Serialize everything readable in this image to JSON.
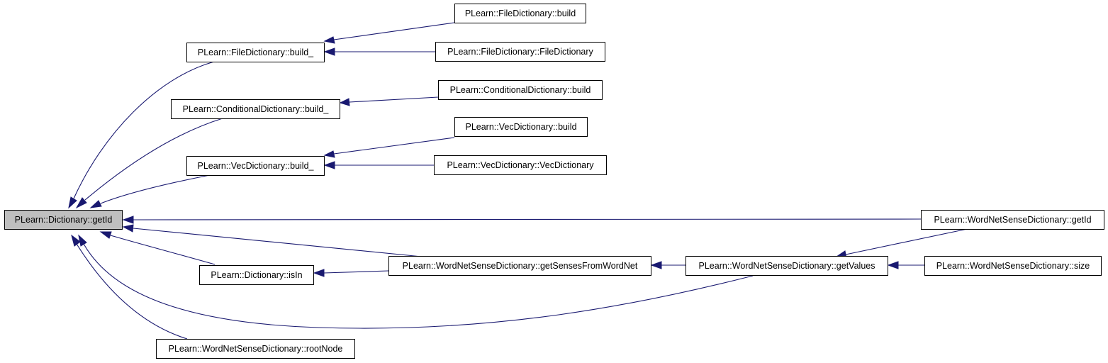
{
  "graph": {
    "edge_color": "#191970",
    "root_fill": "#bfbfbf",
    "node_fill": "#ffffff",
    "nodes": {
      "root": "PLearn::Dictionary::getId",
      "fd_build_": "PLearn::FileDictionary::build_",
      "fd_build": "PLearn::FileDictionary::build",
      "fd_ctor": "PLearn::FileDictionary::FileDictionary",
      "cd_build_": "PLearn::ConditionalDictionary::build_",
      "cd_build": "PLearn::ConditionalDictionary::build",
      "vd_build_": "PLearn::VecDictionary::build_",
      "vd_build": "PLearn::VecDictionary::build",
      "vd_ctor": "PLearn::VecDictionary::VecDictionary",
      "d_isin": "PLearn::Dictionary::isIn",
      "wn_rootnode": "PLearn::WordNetSenseDictionary::rootNode",
      "wn_getsenses": "PLearn::WordNetSenseDictionary::getSensesFromWordNet",
      "wn_getvalues": "PLearn::WordNetSenseDictionary::getValues",
      "wn_getid": "PLearn::WordNetSenseDictionary::getId",
      "wn_size": "PLearn::WordNetSenseDictionary::size"
    }
  }
}
